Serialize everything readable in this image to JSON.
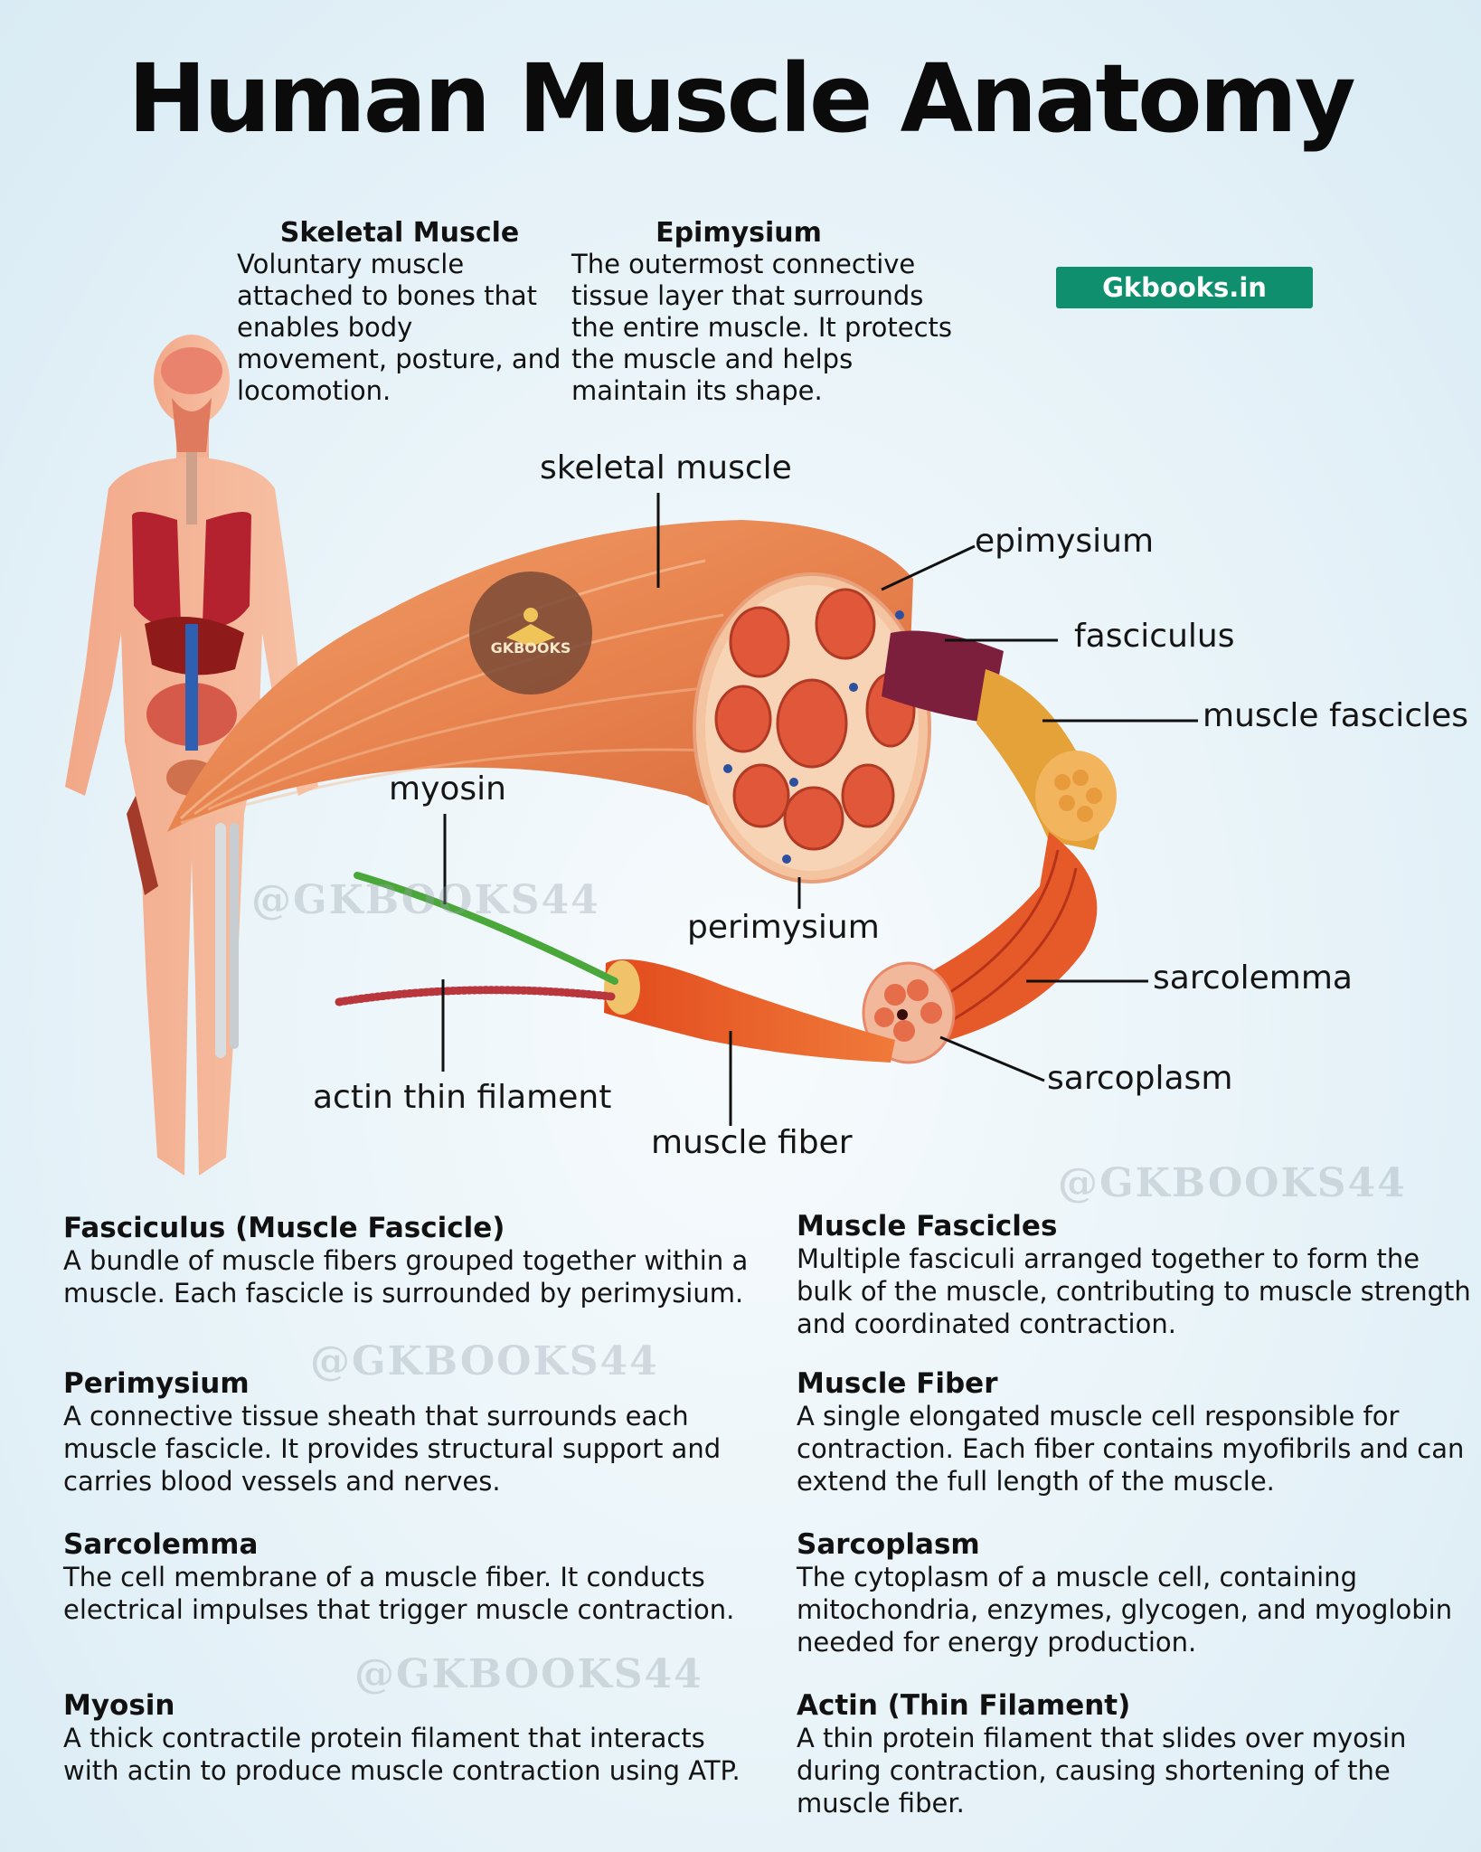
{
  "title": "Human Muscle Anatomy",
  "brand": "Gkbooks.in",
  "logo_text": "GKBOOKS",
  "watermark": "@GKBOOKS44",
  "top_descriptions": [
    {
      "heading": "Skeletal Muscle",
      "text": "Voluntary muscle attached to bones that enables body movement, posture, and locomotion."
    },
    {
      "heading": "Epimysium",
      "text": "The outermost connective tissue layer that surrounds the entire muscle. It protects the muscle and helps maintain its shape."
    }
  ],
  "labels": {
    "skeletal_muscle": "skeletal muscle",
    "epimysium": "epimysium",
    "fasciculus": "fasciculus",
    "muscle_fascicles": "muscle fascicles",
    "myosin": "myosin",
    "perimysium": "perimysium",
    "sarcolemma": "sarcolemma",
    "sarcoplasm": "sarcoplasm",
    "actin_thin_filament": "actin thin filament",
    "muscle_fiber": "muscle fiber"
  },
  "definitions": {
    "left": [
      {
        "heading": "Fasciculus (Muscle Fascicle)",
        "text": "A bundle of muscle fibers grouped together within a muscle. Each fascicle is surrounded by perimysium."
      },
      {
        "heading": "Perimysium",
        "text": "A connective tissue sheath that surrounds each muscle fascicle. It provides structural support and carries blood vessels and nerves."
      },
      {
        "heading": "Sarcolemma",
        "text": "The cell membrane of a muscle fiber. It conducts electrical impulses that trigger muscle contraction."
      },
      {
        "heading": "Myosin",
        "text": "A thick contractile protein filament that interacts with actin to produce muscle contraction using ATP."
      }
    ],
    "right": [
      {
        "heading": "Muscle Fascicles",
        "text": "Multiple fasciculi arranged together to form the bulk of the muscle, contributing to muscle strength and coordinated contraction."
      },
      {
        "heading": "Muscle Fiber",
        "text": "A single elongated muscle cell responsible for contraction. Each fiber contains myofibrils and can extend the full length of the muscle."
      },
      {
        "heading": "Sarcoplasm",
        "text": "The cytoplasm of a muscle cell, containing mitochondria, enzymes, glycogen, and myoglobin needed for energy production."
      },
      {
        "heading": "Actin (Thin Filament)",
        "text": "A thin protein filament that slides over myosin during contraction, causing shortening of the muscle fiber."
      }
    ]
  }
}
